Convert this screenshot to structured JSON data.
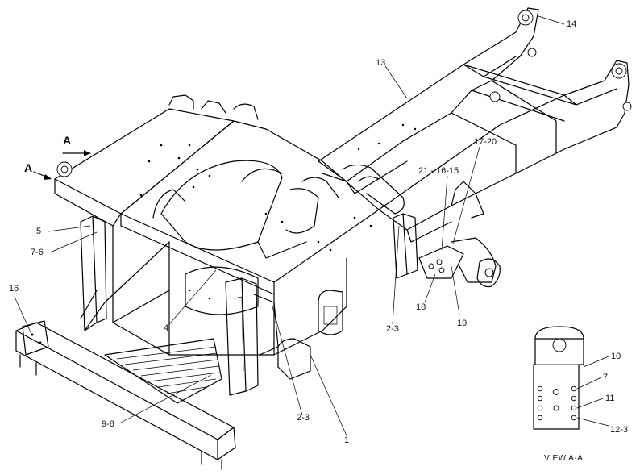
{
  "callouts": {
    "c1": "1",
    "c2_3_a": "2-3",
    "c2_3_b": "2-3",
    "c4": "4",
    "c5": "5",
    "c7_6": "7-6",
    "c9_8": "9-8",
    "c13": "13",
    "c14": "14",
    "c16": "16",
    "c17_20": "17-20",
    "c18": "18",
    "c19": "19",
    "c21_16_15": "21 - 16-15"
  },
  "view_marker": {
    "a_upper": "A",
    "a_lower": "A"
  },
  "detail_view": {
    "caption": "VIEW  A-A",
    "c10": "10",
    "c7": "7",
    "c11": "11",
    "c12_3": "12-3"
  }
}
